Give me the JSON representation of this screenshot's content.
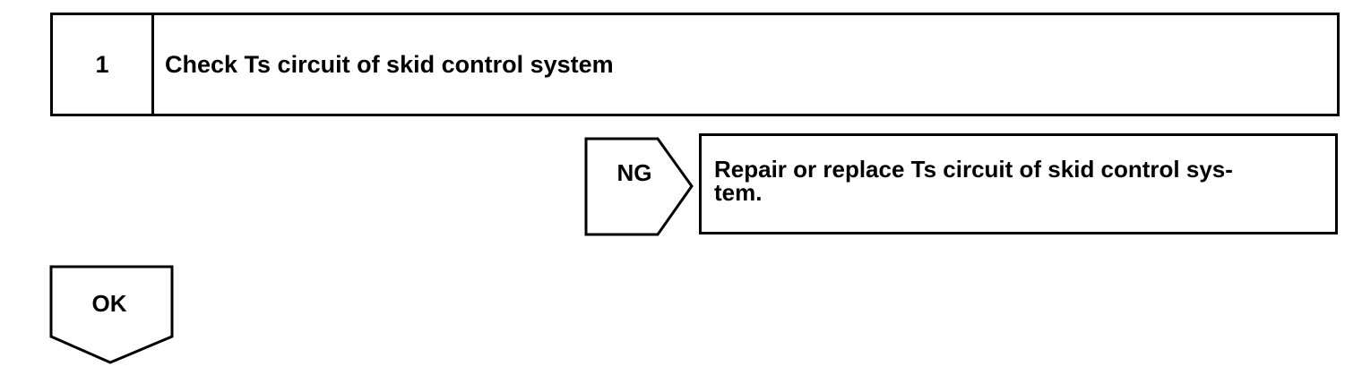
{
  "step": {
    "number": "1",
    "title": "Check Ts circuit of skid control system"
  },
  "ng_branch": {
    "label": "NG",
    "action": "Repair or replace Ts circuit of skid control sys-\ntem."
  },
  "ok_branch": {
    "label": "OK"
  }
}
